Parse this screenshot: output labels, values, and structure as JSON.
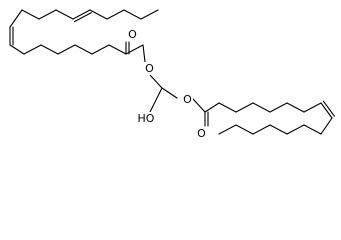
{
  "molecule": {
    "atoms": {
      "ester_o_top": "O",
      "carbonyl_o_top": "O",
      "ester_o_bottom": "O",
      "carbonyl_o_bottom": "O",
      "hydroxyl": "HO"
    }
  }
}
